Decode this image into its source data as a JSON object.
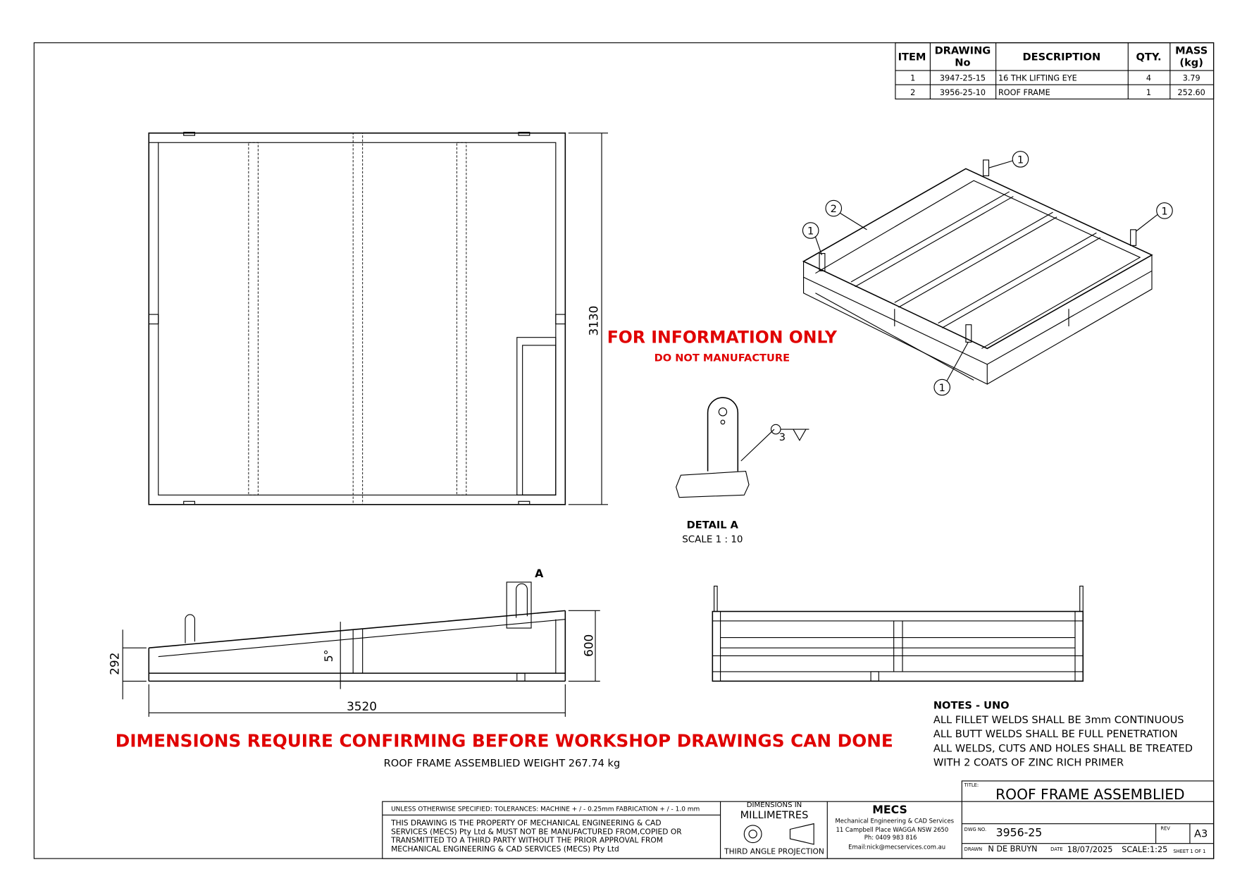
{
  "bom": {
    "headers": {
      "item": "ITEM",
      "drawing_1": "DRAWING",
      "drawing_2": "No",
      "description": "DESCRIPTION",
      "qty": "QTY.",
      "mass_1": "MASS",
      "mass_2": "(kg)"
    },
    "rows": [
      {
        "item": "1",
        "drawing": "3947-25-15",
        "description": "16 THK LIFTING EYE",
        "qty": "4",
        "mass": "3.79"
      },
      {
        "item": "2",
        "drawing": "3956-25-10",
        "description": "ROOF FRAME",
        "qty": "1",
        "mass": "252.60"
      }
    ]
  },
  "dims": {
    "height": "3130",
    "length": "3520",
    "rise": "292",
    "overall_height": "600",
    "angle": "5°",
    "weld": "3"
  },
  "balloons": [
    "1",
    "2",
    "1",
    "1",
    "1"
  ],
  "warning": {
    "title": "FOR INFORMATION ONLY",
    "subtitle": "DO NOT MANUFACTURE",
    "banner": "DIMENSIONS REQUIRE CONFIRMING BEFORE WORKSHOP DRAWINGS CAN DONE",
    "weight": "ROOF FRAME ASSEMBLIED WEIGHT 267.74 kg"
  },
  "detail": {
    "label": "DETAIL A",
    "scale": "SCALE 1 : 10",
    "marker": "A"
  },
  "notes": {
    "title": "NOTES - UNO",
    "lines": [
      "ALL FILLET WELDS SHALL BE 3mm CONTINUOUS",
      "ALL BUTT WELDS SHALL BE FULL PENETRATION",
      "ALL WELDS, CUTS AND HOLES SHALL BE TREATED",
      "WITH 2 COATS OF ZINC RICH PRIMER"
    ]
  },
  "title_block": {
    "tolerances": "UNLESS OTHERWISE SPECIFIED: TOLERANCES: MACHINE + / - 0.25mm  FABRICATION + / - 1.0 mm",
    "property": [
      "THIS DRAWING IS THE PROPERTY OF MECHANICAL ENGINEERING & CAD",
      "SERVICES (MECS) Pty Ltd & MUST NOT BE MANUFACTURED FROM,COPIED OR",
      "TRANSMITTED TO A THIRD PARTY WITHOUT THE PRIOR APPROVAL FROM",
      "MECHANICAL ENGINEERING & CAD SERVICES (MECS) Pty Ltd"
    ],
    "dims_in": "DIMENSIONS IN",
    "units": "MILLIMETRES",
    "projection": "THIRD ANGLE PROJECTION",
    "company_logo": "MECS",
    "company": "Mechanical Engineering & CAD Services",
    "address": "11 Campbell Place WAGGA NSW 2650",
    "phone": "Ph: 0409 983 816",
    "email": "Email:nick@mecservices.com.au",
    "title_label": "TITLE:",
    "title": "ROOF FRAME ASSEMBLIED",
    "dwg_label": "DWG NO.",
    "dwg_no": "3956-25",
    "rev_label": "REV",
    "size": "A3",
    "drawn_label": "DRAWN",
    "drawn": "N DE BRUYN",
    "date_label": "DATE",
    "date": "18/07/2025",
    "scale": "SCALE:1:25",
    "sheet": "SHEET 1 OF 1"
  }
}
